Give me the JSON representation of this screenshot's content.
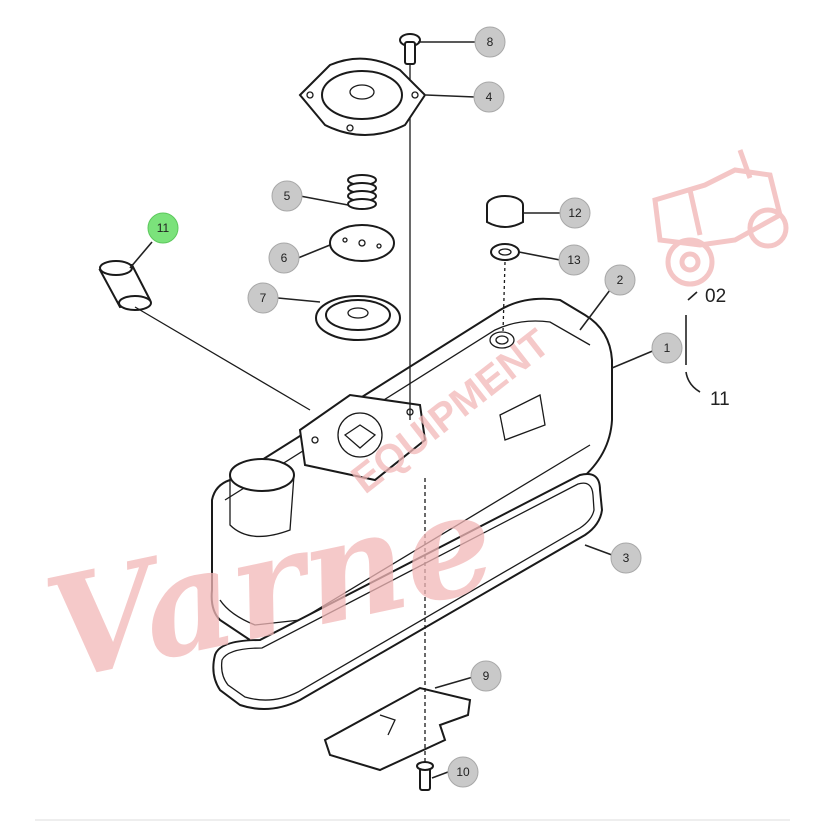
{
  "watermark": {
    "brand": "Varne",
    "url": "EQUIPMENT"
  },
  "bracket": {
    "top_label": "02",
    "bottom_label": "11"
  },
  "callouts": [
    {
      "id": "8",
      "label": "8",
      "highlighted": false
    },
    {
      "id": "4",
      "label": "4",
      "highlighted": false
    },
    {
      "id": "5",
      "label": "5",
      "highlighted": false
    },
    {
      "id": "6",
      "label": "6",
      "highlighted": false
    },
    {
      "id": "7",
      "label": "7",
      "highlighted": false
    },
    {
      "id": "11",
      "label": "11",
      "highlighted": true
    },
    {
      "id": "12",
      "label": "12",
      "highlighted": false
    },
    {
      "id": "13",
      "label": "13",
      "highlighted": false
    },
    {
      "id": "2",
      "label": "2",
      "highlighted": false
    },
    {
      "id": "1",
      "label": "1",
      "highlighted": false
    },
    {
      "id": "3",
      "label": "3",
      "highlighted": false
    },
    {
      "id": "9",
      "label": "9",
      "highlighted": false
    },
    {
      "id": "10",
      "label": "10",
      "highlighted": false
    }
  ],
  "colors": {
    "callout_fill": "#c9c9c9",
    "callout_highlight": "#7be27b",
    "watermark": "#f2b8b8",
    "line": "#1a1a1a"
  }
}
